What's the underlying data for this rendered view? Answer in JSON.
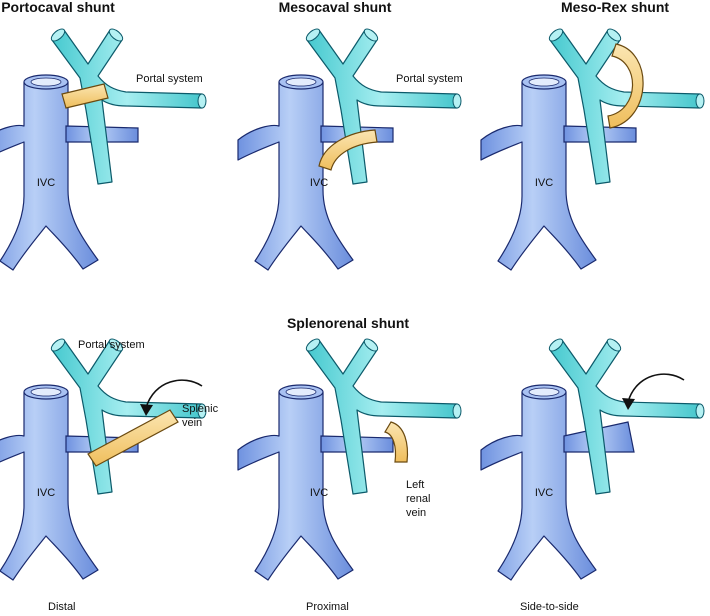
{
  "titles": {
    "portocaval": "Portocaval shunt",
    "mesocaval": "Mesocaval shunt",
    "mesorex": "Meso-Rex shunt",
    "splenorenal": "Splenorenal shunt"
  },
  "labels": {
    "ivc": "IVC",
    "portal_system": "Portal system",
    "splenic_vein_1": "Splenic",
    "splenic_vein_2": "vein",
    "left_renal_1": "Left",
    "left_renal_2": "renal",
    "left_renal_3": "vein"
  },
  "captions": {
    "distal": "Distal",
    "proximal": "Proximal",
    "side_to_side": "Side-to-side"
  },
  "colors": {
    "ivc_fill": "#7b9de8",
    "ivc_stroke": "#1a2a6e",
    "portal_fill": "#5ed6dc",
    "portal_stroke": "#0c5a6a",
    "shunt_fill": "#f7d282",
    "shunt_stroke": "#6b4a10"
  }
}
